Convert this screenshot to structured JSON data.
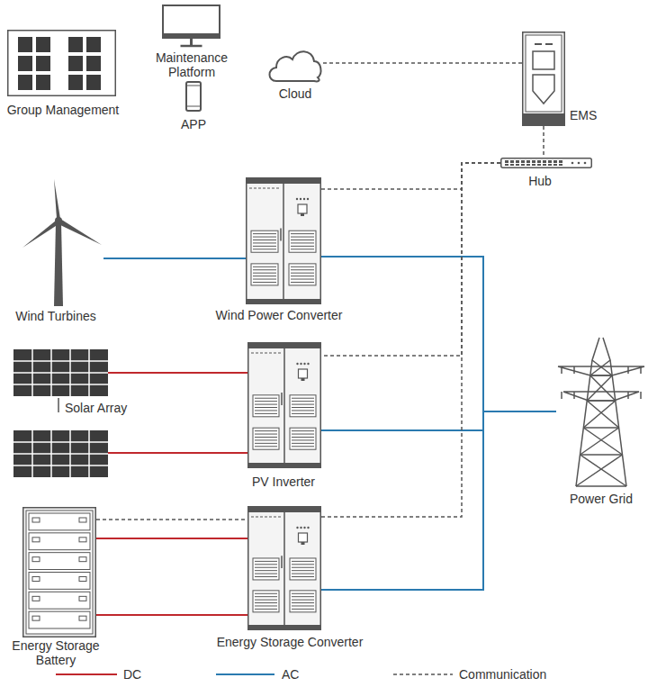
{
  "diagram": {
    "nodes": [
      {
        "text": [
          "Group Management"
        ]
      },
      {
        "text": [
          "Maintenance Platform"
        ]
      },
      {
        "text": [
          "APP"
        ]
      },
      {
        "text": [
          "Cloud"
        ]
      },
      {
        "text": [
          "EMS"
        ]
      },
      {
        "text": [
          "Hub"
        ]
      },
      {
        "text": [
          "Wind Turbines"
        ]
      },
      {
        "text": [
          "Wind Power Converter"
        ]
      },
      {
        "text": [
          "Solar Array"
        ]
      },
      {
        "text": [
          "PV Inverter"
        ]
      },
      {
        "text": [
          "Power Grid"
        ]
      },
      {
        "text": [
          "Energy Storage Battery"
        ]
      },
      {
        "text": [
          "Energy Storage Converter"
        ]
      }
    ],
    "edges": [
      {
        "from": 6,
        "to": 7,
        "arrow": "none"
      },
      {
        "from": 8,
        "to": 9,
        "arrow": "none"
      },
      {
        "from": 8,
        "to": 9,
        "arrow": "none"
      },
      {
        "from": 11,
        "to": 12,
        "arrow": "none"
      },
      {
        "from": 11,
        "to": 12,
        "arrow": "none"
      },
      {
        "from": 7,
        "to": 10,
        "arrow": "none"
      },
      {
        "from": 9,
        "to": 10,
        "arrow": "none"
      },
      {
        "from": 12,
        "to": 10,
        "arrow": "none"
      },
      {
        "from": 3,
        "to": 4,
        "arrow": "none"
      },
      {
        "from": 4,
        "to": 5,
        "arrow": "none"
      },
      {
        "from": 5,
        "to": 7,
        "arrow": "none"
      },
      {
        "from": 5,
        "to": 9,
        "arrow": "none"
      },
      {
        "from": 5,
        "to": 12,
        "arrow": "none"
      },
      {
        "from": 11,
        "to": 12,
        "arrow": "none"
      }
    ],
    "legend": [
      {
        "text": "DC"
      },
      {
        "text": "AC"
      },
      {
        "text": "Communication"
      }
    ]
  }
}
